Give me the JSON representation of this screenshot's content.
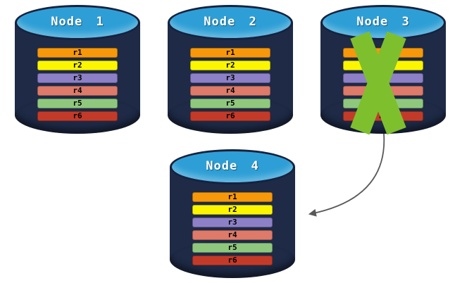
{
  "nodes": [
    {
      "label": "Node 1",
      "rows": [
        {
          "label": "r1",
          "color": "#F7980A"
        },
        {
          "label": "r2",
          "color": "#FBF500"
        },
        {
          "label": "r3",
          "color": "#8E80C6"
        },
        {
          "label": "r4",
          "color": "#DD7A69"
        },
        {
          "label": "r5",
          "color": "#8FC87D"
        },
        {
          "label": "r6",
          "color": "#C43A28"
        }
      ]
    },
    {
      "label": "Node 2",
      "rows": [
        {
          "label": "r1",
          "color": "#F7980A"
        },
        {
          "label": "r2",
          "color": "#FBF500"
        },
        {
          "label": "r3",
          "color": "#8E80C6"
        },
        {
          "label": "r4",
          "color": "#DD7A69"
        },
        {
          "label": "r5",
          "color": "#8FC87D"
        },
        {
          "label": "r6",
          "color": "#C43A28"
        }
      ]
    },
    {
      "label": "Node 3",
      "rows": [
        {
          "label": "r1",
          "color": "#F7980A"
        },
        {
          "label": "r2",
          "color": "#FBF500"
        },
        {
          "label": "r3",
          "color": "#8E80C6"
        },
        {
          "label": "r4",
          "color": "#DD7A69"
        },
        {
          "label": "r5",
          "color": "#8FC87D"
        },
        {
          "label": "r6",
          "color": "#C43A28"
        }
      ]
    },
    {
      "label": "Node 4",
      "rows": [
        {
          "label": "r1",
          "color": "#F7980A"
        },
        {
          "label": "r2",
          "color": "#FBF500"
        },
        {
          "label": "r3",
          "color": "#8E80C6"
        },
        {
          "label": "r4",
          "color": "#DD7A69"
        },
        {
          "label": "r5",
          "color": "#8FC87D"
        },
        {
          "label": "r6",
          "color": "#C43A28"
        }
      ]
    }
  ],
  "colors": {
    "cylinder_body": "#1E2A46",
    "cylinder_top": "#2E9FD6",
    "cylinder_outline": "#16223F",
    "failure_x": "#7EBF2E",
    "arrow": "#595959",
    "title_text": "#FFFFFF",
    "row_text": "#000000"
  },
  "annotations": {
    "failed_node": "Node 3",
    "arrow_from": "Node 3",
    "arrow_to": "Node 4"
  }
}
